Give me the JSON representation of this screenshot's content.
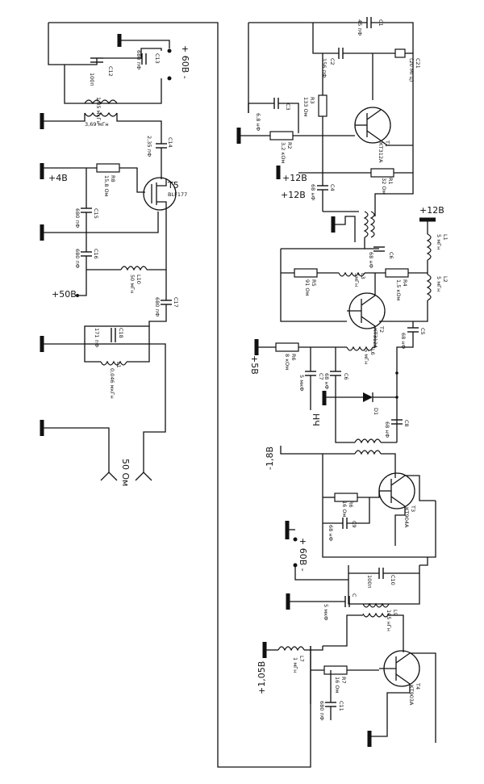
{
  "ground_color": "#111111",
  "labels": {
    "v60_top": "+ 60В -",
    "v4": "+4В",
    "v50": "+50В",
    "out50": "50 Ом",
    "v12a": "+12В",
    "v12b": "+12В",
    "v5": "+5В",
    "nch": "НЧ",
    "vm18": "-1,8В",
    "v60b": "+ 60В -",
    "v105": "+1,05В"
  },
  "left": {
    "c12": "C12",
    "c12v": "100п",
    "c13": "C13",
    "c13v": "680 пФ",
    "t6": "1,05 мкГн",
    "t6b": "3,69 мГн",
    "c14": "C14",
    "c14v": "2,35 пФ",
    "r8": "R8",
    "r8v": "15,8 Ом",
    "c15": "C15",
    "c15v": "680 пФ",
    "t5": "T5",
    "t5v": "BLF177",
    "c16": "C16",
    "c16v": "680 пФ",
    "l10": "L10",
    "l10v": "50 мГн",
    "c17": "C17",
    "c17v": "680 пФ",
    "c18": "C18",
    "c18v": "171 пФ",
    "l1": "L1",
    "l1v": "0,046 мкГн"
  },
  "right": {
    "c1": "C1",
    "c1v": "45 пФ",
    "c2": "C2",
    "c2v": "156 пФ",
    "c21": "C21",
    "c21v": "(20 МГц)",
    "c3": "C3",
    "c3v": "6,8 нФ",
    "r3": "R3",
    "r3v": "133 Ом",
    "r2": "R2",
    "r2v": "3,2 кОм",
    "t1": "T1",
    "t1v": "КТ312А",
    "r1": "R1",
    "r1v": "32 Ом",
    "c4": "C4",
    "c4v": "68 нФ",
    "l1": "L1",
    "l1v": "5 мГн",
    "c6": "C6",
    "c6v": "68 нФ",
    "r5": "R5",
    "r5v": "91 Ом",
    "l3": "L3",
    "l3v": "5мГн",
    "r4": "R4",
    "r4v": "1,5 кОм",
    "l2": "L2",
    "l2v": "5 мГн",
    "t2": "T2",
    "t2v": "КТ312А",
    "c5": "C5",
    "c5v": "68 нФ",
    "r6": "R6",
    "r6v": "8 кОм",
    "l6": "L6",
    "l6v": "5 мГн",
    "c7": "C7",
    "c7v": "5 мкФ",
    "c6b": "C6",
    "c6bv": "68 нФ",
    "d1": "D1",
    "c8": "C8",
    "c8v": "68 нФ",
    "r6b": "R6",
    "r6bv": "16 Ом",
    "c9": "C9",
    "c9v": "68 нФ",
    "t3": "T3",
    "t3v": "КТ904А",
    "c10": "C10",
    "c10v": "100п",
    "c": "C",
    "cv": "5 мкФ",
    "l9": "L9",
    "l9v": "105 нГн",
    "l7": "L7",
    "l7v": "1 мГн",
    "r7": "R7",
    "r7v": "16 Ом",
    "c11": "C11",
    "c11v": "680 пФ",
    "t4": "T4",
    "t4v": "КТ903А"
  }
}
